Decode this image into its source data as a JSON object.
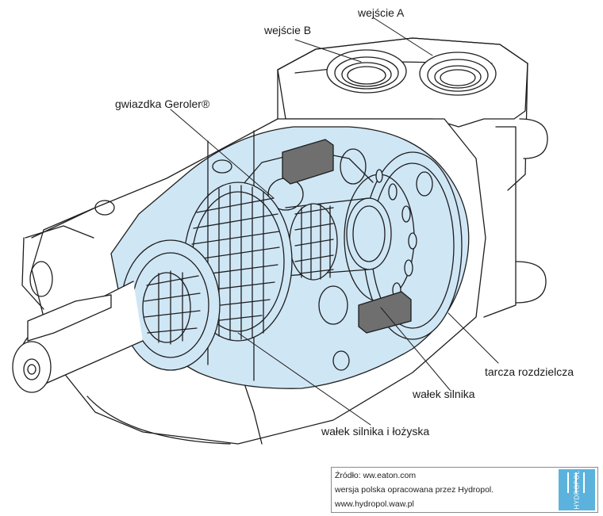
{
  "labels": {
    "inlet_a": "wejście A",
    "inlet_b": "wejście B",
    "geroler_star": "gwiazdka Geroler®",
    "distributor_plate": "tarcza rozdzielcza",
    "motor_shaft": "wałek silnika",
    "shaft_and_bearings": "wałek silnika i łożyska"
  },
  "credit": {
    "source": "Źródło: ww.eaton.com",
    "version": "wersja polska opracowana przez Hydropol.",
    "url": "www.hydropol.waw.pl",
    "logo_text": "HYDROPOL"
  },
  "colors": {
    "cutaway": "#cfe6f5",
    "outline": "#1e1e1e",
    "block": "#6f6f6f",
    "logo": "#5bb3dd"
  }
}
